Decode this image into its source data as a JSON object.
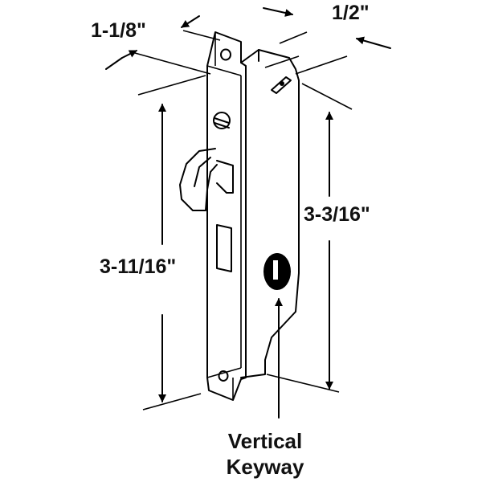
{
  "dimensions": {
    "depth": "1-1/8\"",
    "faceplate_width": "1/2\"",
    "overall_height": "3-11/16\"",
    "body_height": "3-3/16\""
  },
  "callout": {
    "line1": "Vertical",
    "line2": "Keyway"
  },
  "colors": {
    "line": "#000000",
    "background": "#ffffff"
  }
}
